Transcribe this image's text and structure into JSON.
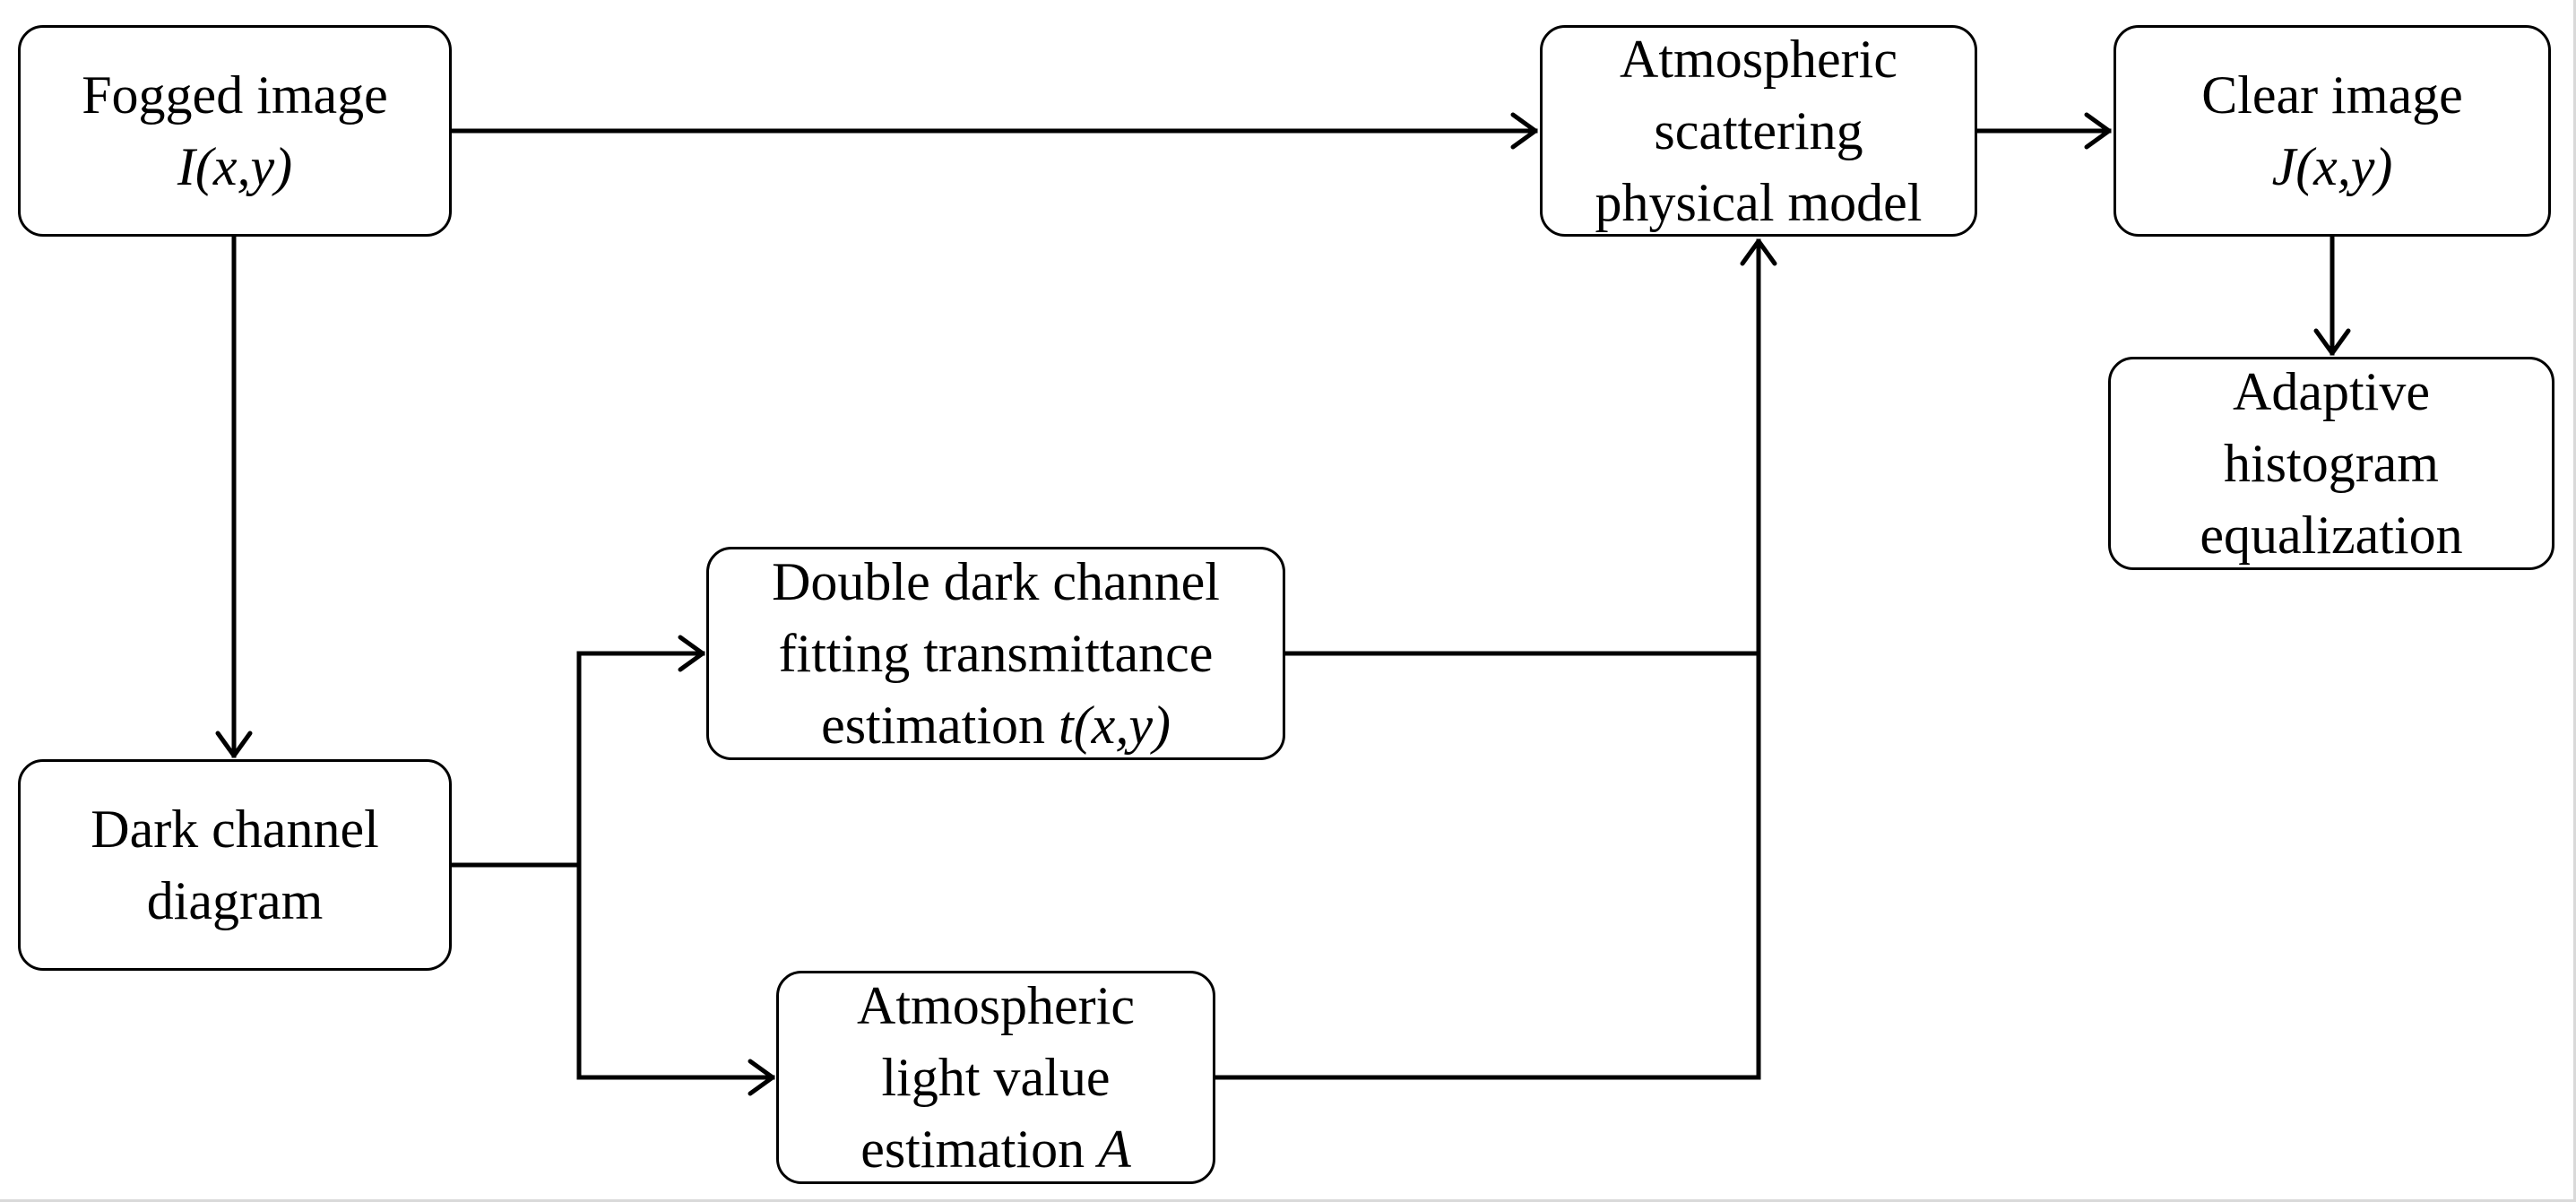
{
  "diagram": {
    "nodes": {
      "fogged_image": {
        "line1": "Fogged image",
        "line2": "I(x,y)"
      },
      "dark_channel": {
        "line1": "Dark channel",
        "line2": "diagram"
      },
      "double_dark_channel": {
        "line1": "Double dark channel",
        "line2": "fitting transmittance",
        "line3_prefix": "estimation ",
        "line3_var": "t(x,y)"
      },
      "atmospheric_light": {
        "line1": "Atmospheric",
        "line2": "light value",
        "line3_prefix": "estimation ",
        "line3_var": "A"
      },
      "scattering_model": {
        "line1": "Atmospheric",
        "line2": "scattering",
        "line3": "physical model"
      },
      "clear_image": {
        "line1": "Clear image",
        "line2": "J(x,y)"
      },
      "histogram_equalization": {
        "line1": "Adaptive",
        "line2": "histogram",
        "line3": "equalization"
      }
    },
    "edges": [
      {
        "from": "fogged_image",
        "to": "scattering_model"
      },
      {
        "from": "fogged_image",
        "to": "dark_channel"
      },
      {
        "from": "dark_channel",
        "to": "double_dark_channel"
      },
      {
        "from": "dark_channel",
        "to": "atmospheric_light"
      },
      {
        "from": "double_dark_channel",
        "to": "scattering_model"
      },
      {
        "from": "atmospheric_light",
        "to": "scattering_model"
      },
      {
        "from": "scattering_model",
        "to": "clear_image"
      },
      {
        "from": "clear_image",
        "to": "histogram_equalization"
      }
    ]
  }
}
